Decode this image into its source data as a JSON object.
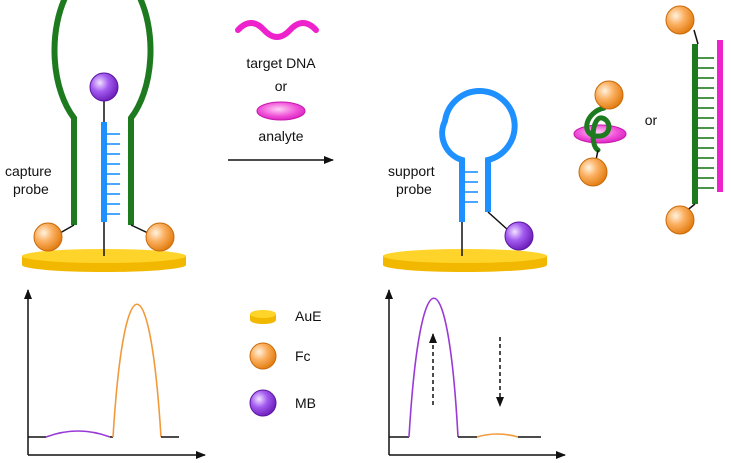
{
  "labels": {
    "capture_probe": [
      "capture",
      "probe"
    ],
    "support_probe": [
      "support",
      "probe"
    ],
    "target_dna": "target DNA",
    "or_1": "or",
    "analyte": "analyte",
    "or_2": "or"
  },
  "legend": [
    {
      "label": "AuE",
      "icon": "electrode-icon"
    },
    {
      "label": "Fc",
      "icon": "ferrocene-sphere-icon"
    },
    {
      "label": "MB",
      "icon": "methylene-blue-sphere-icon"
    }
  ],
  "colors": {
    "capture_stem": "#1e7a1e",
    "support_loop": "#1e90ff",
    "target": "#ee22cc",
    "electrode": "#f6c400",
    "fc": "#f5921e",
    "mb": "#8a2be2",
    "mb_curve": "#9a3ad6",
    "fc_curve": "#f29a3a"
  }
}
